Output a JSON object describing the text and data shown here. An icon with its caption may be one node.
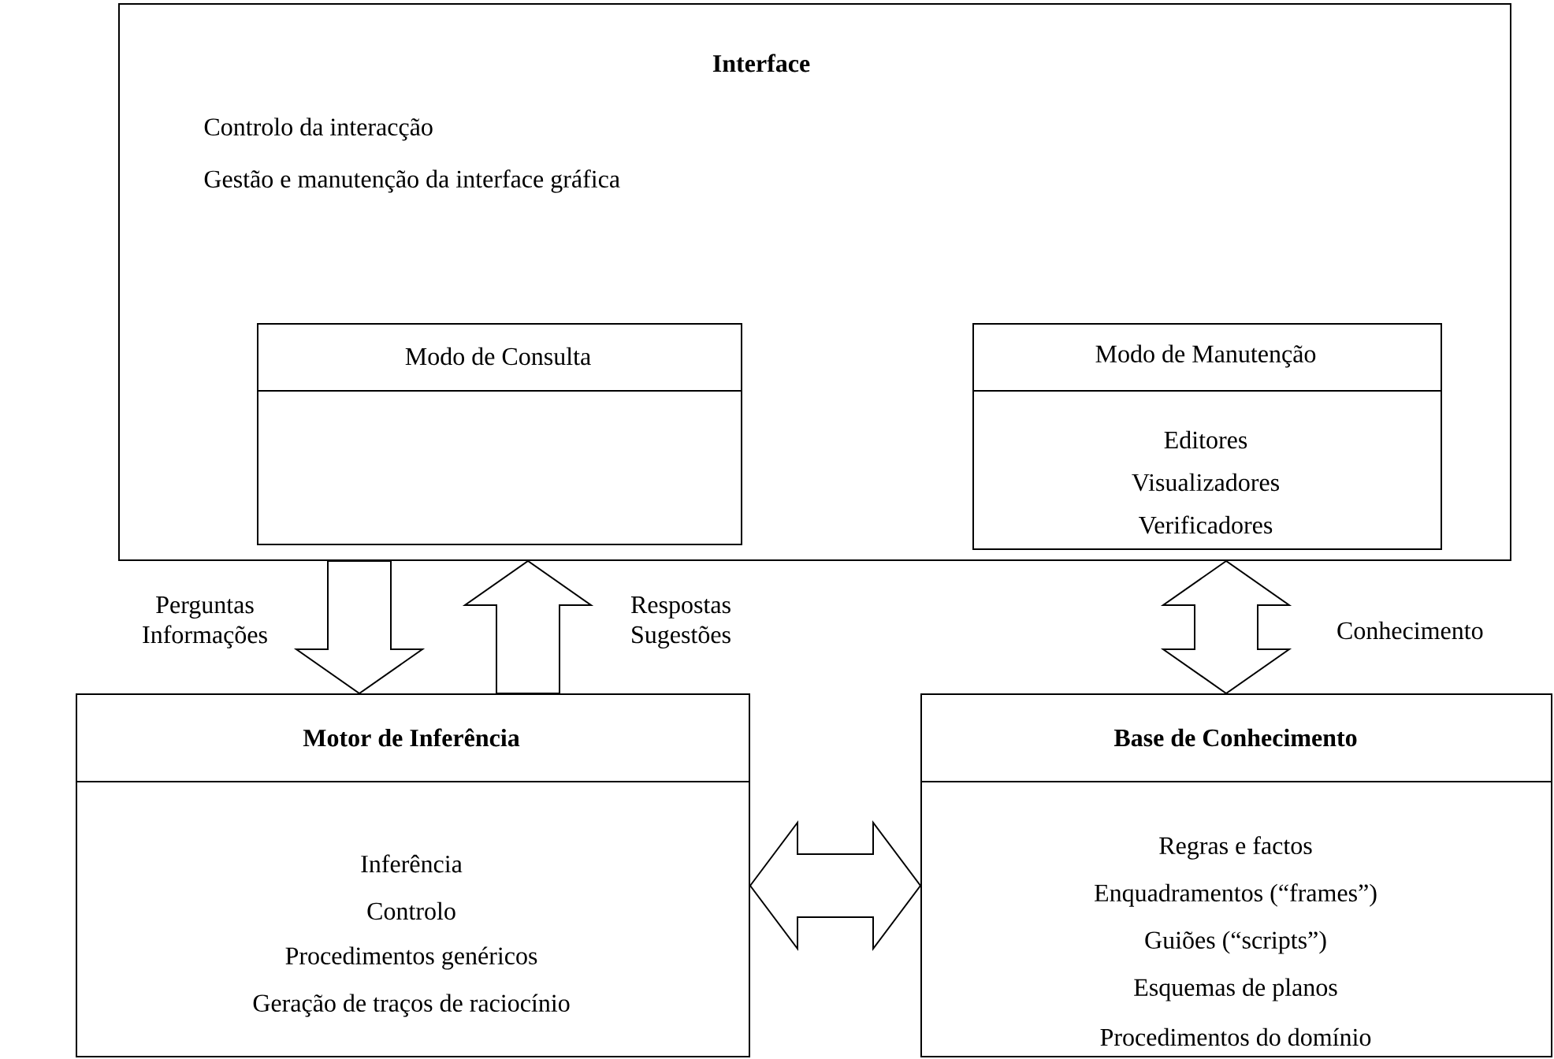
{
  "diagram": {
    "nodes": [
      {
        "text": [
          "Interface",
          "Controlo da interacção",
          "Gestão e manutenção da interface gráfica"
        ]
      },
      {
        "text": [
          "Modo de Consulta"
        ],
        "in": 0
      },
      {
        "text": [
          "Modo de Manutenção",
          "Editores",
          "Visualizadores",
          "Verificadores"
        ],
        "in": 0
      },
      {
        "text": [
          "Motor de Inferência",
          "Inferência",
          "Controlo",
          "Procedimentos genéricos",
          "Geração de traços de raciocínio"
        ]
      },
      {
        "text": [
          "Base de Conhecimento",
          "Regras e factos",
          "Enquadramentos (“frames”)",
          "Guiões (“scripts”)",
          "Esquemas de planos",
          "Procedimentos do domínio"
        ]
      }
    ],
    "edges": [
      {
        "from": 0,
        "to": 3,
        "arrow": "to",
        "label": "Perguntas Informações"
      },
      {
        "from": 3,
        "to": 0,
        "arrow": "to",
        "label": "Respostas Sugestões"
      },
      {
        "from": 0,
        "to": 4,
        "arrow": "both",
        "label": "Conhecimento"
      },
      {
        "from": 3,
        "to": 4,
        "arrow": "both"
      }
    ]
  }
}
